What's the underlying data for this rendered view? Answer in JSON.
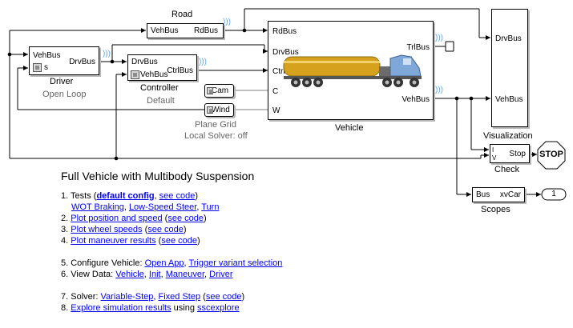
{
  "blocks": {
    "road": {
      "title": "Road",
      "in_port": "VehBus",
      "out_port": "RdBus"
    },
    "driver": {
      "in_port": "VehBus",
      "out_port": "DrvBus",
      "ref_port": "s",
      "name": "Driver",
      "variant": "Open Loop"
    },
    "controller": {
      "in_port": "DrvBus",
      "in_port2": "VehBus",
      "out_port": "CtrlBus",
      "name": "Controller",
      "variant": "Default"
    },
    "camera": {
      "label": "Cam"
    },
    "wind": {
      "label": "Wind"
    },
    "vehicle": {
      "ports_in": [
        "RdBus",
        "DrvBus",
        "CtrlBus",
        "C",
        "W"
      ],
      "ports_out": [
        "TrlBus",
        "VehBus"
      ],
      "name": "Vehicle"
    },
    "plane": {
      "name": "Plane Grid",
      "solver": "Local Solver: off"
    },
    "visualization": {
      "ports": [
        "DrvBus",
        "VehBus"
      ],
      "name": "Visualization"
    },
    "check": {
      "port_a": "I",
      "port_b": "V",
      "out_port": "Stop",
      "name": "Check",
      "stop_label": "STOP"
    },
    "scopes": {
      "in_port": "Bus",
      "out_port": "xvCar",
      "name": "Scopes",
      "terminal": "1"
    }
  },
  "doc": {
    "title": "Full Vehicle with Multibody Suspension",
    "items": [
      {
        "num": "1. ",
        "pre": "Tests (",
        "link1": "default config",
        "sep": ", ",
        "link2": "see code",
        "post": ")"
      },
      {
        "sub_links": [
          "WOT Braking",
          "Low-Speed Steer",
          "Turn"
        ]
      },
      {
        "num": "2. ",
        "link": "Plot position and speed",
        "paren_link": "see code"
      },
      {
        "num": "3. ",
        "link": "Plot wheel speeds",
        "paren_link": "see code"
      },
      {
        "num": "4. ",
        "link": "Plot maneuver results",
        "paren_link": "see code"
      },
      {
        "num": "5. ",
        "pre": "Configure Vehicle: ",
        "links": [
          "Open App",
          "Trigger variant selection"
        ]
      },
      {
        "num": "6. ",
        "pre": "View Data: ",
        "links": [
          "Vehicle",
          "Init",
          "Maneuver",
          "Driver"
        ]
      },
      {
        "num": "7. ",
        "pre": "Solver: ",
        "links": [
          "Variable-Step",
          "Fixed Step"
        ],
        "paren_link": "see code"
      },
      {
        "num": "8. ",
        "link": "Explore simulation results",
        "mid": " using ",
        "link2": "sscexplore"
      }
    ]
  },
  "colors": {
    "link": "#0000ee",
    "truck_tank": "#d6a21e",
    "truck_cab": "#7fa8d8",
    "signal_icon": "#5aa9e6"
  }
}
